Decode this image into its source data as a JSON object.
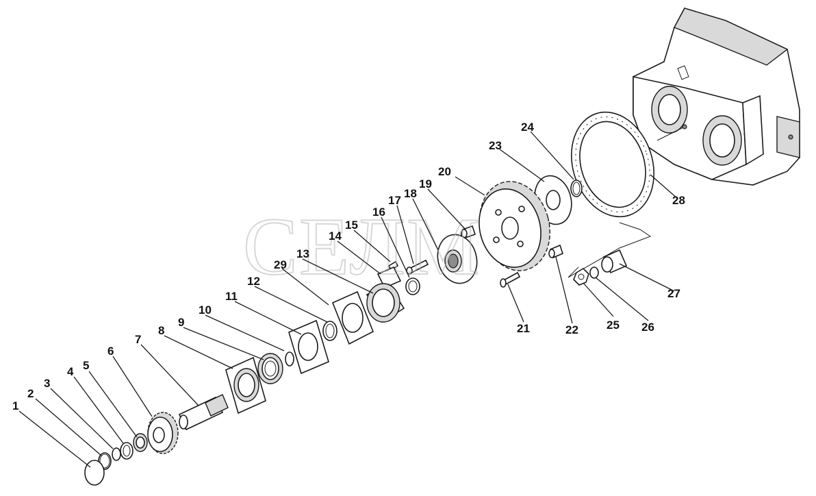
{
  "watermark": "СЕЛМ",
  "callouts": [
    "1",
    "2",
    "3",
    "4",
    "5",
    "6",
    "7",
    "8",
    "9",
    "10",
    "11",
    "12",
    "13",
    "14",
    "15",
    "16",
    "17",
    "18",
    "19",
    "20",
    "21",
    "22",
    "23",
    "24",
    "25",
    "26",
    "27",
    "28",
    "29"
  ]
}
